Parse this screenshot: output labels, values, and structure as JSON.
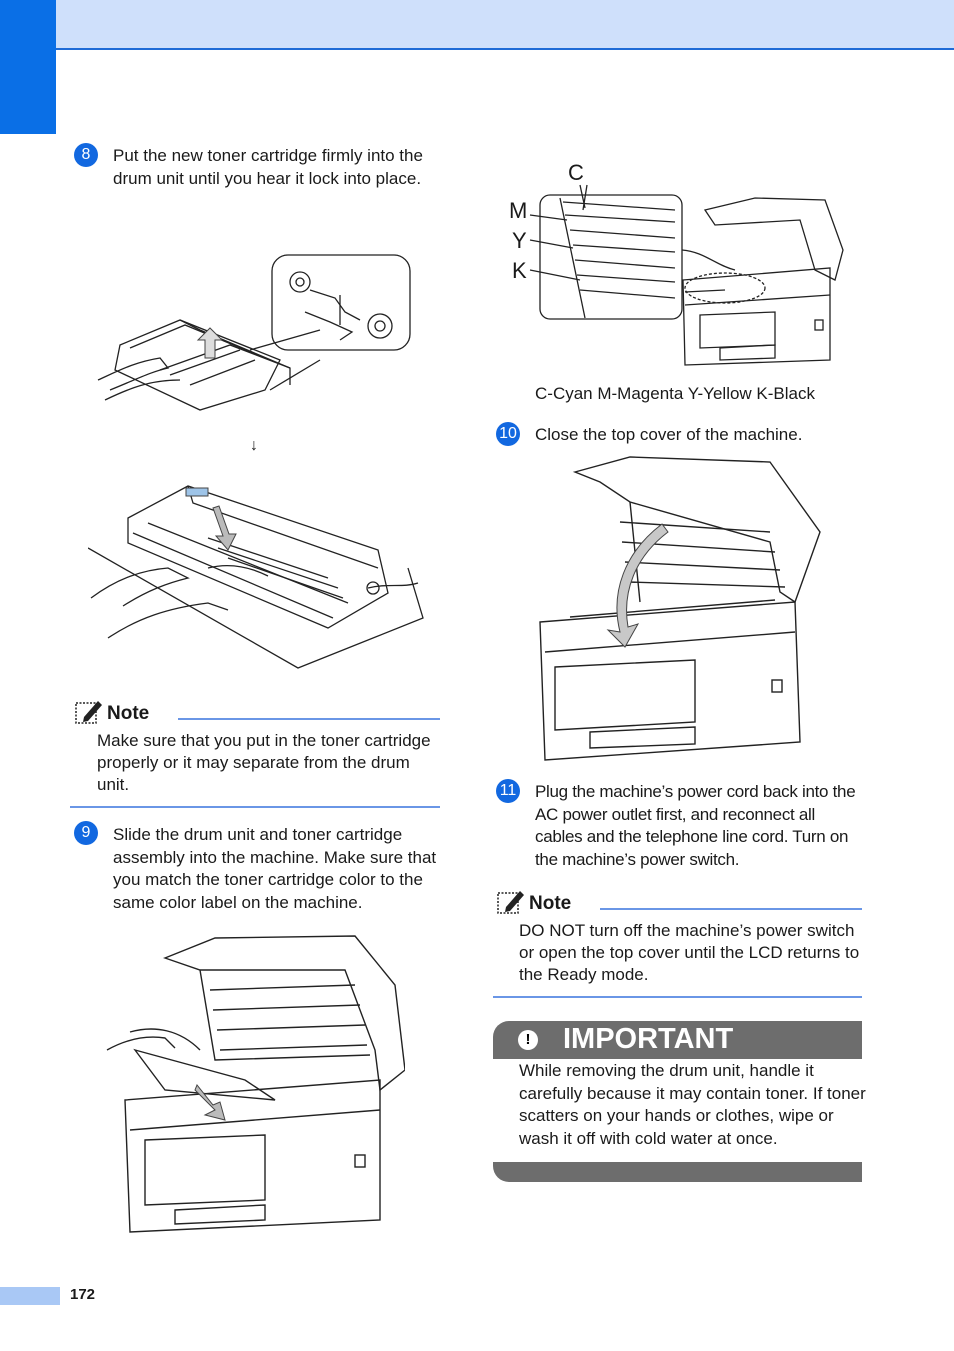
{
  "page_number": "172",
  "steps": {
    "s8": {
      "num": "8",
      "text": "Put the new toner cartridge firmly into the drum unit until you hear it lock into place."
    },
    "s9": {
      "num": "9",
      "text": "Slide the drum unit and toner cartridge assembly into the machine. Make sure that you match the toner cartridge color to the same color label on the machine."
    },
    "s10": {
      "num": "10",
      "text": "Close the top cover of the machine."
    },
    "s11": {
      "num": "11",
      "text": "Plug the machine’s power cord back into the AC power outlet first, and reconnect all cables and the telephone line cord. Turn on the machine’s power switch."
    }
  },
  "notes": {
    "note1": {
      "title": "Note",
      "body": "Make sure that you put in the toner cartridge properly or it may separate from the drum unit."
    },
    "note2": {
      "title": "Note",
      "body": "DO NOT turn off the machine’s power switch or open the top cover until the LCD returns to the Ready mode."
    }
  },
  "figure_labels": {
    "c": "C",
    "m": "M",
    "y": "Y",
    "k": "K",
    "arrow": "↓"
  },
  "color_caption": "C-Cyan M-Magenta Y-Yellow K-Black",
  "important": {
    "icon": "!",
    "title": "IMPORTANT",
    "body": "While removing the drum unit, handle it carefully because it may contain toner. If toner scatters on your hands or clothes, wipe or wash it off with cold water at once."
  },
  "colors": {
    "accent_blue": "#1268e0",
    "band": "#cfe0fb",
    "important_gray": "#6d6d6d"
  }
}
